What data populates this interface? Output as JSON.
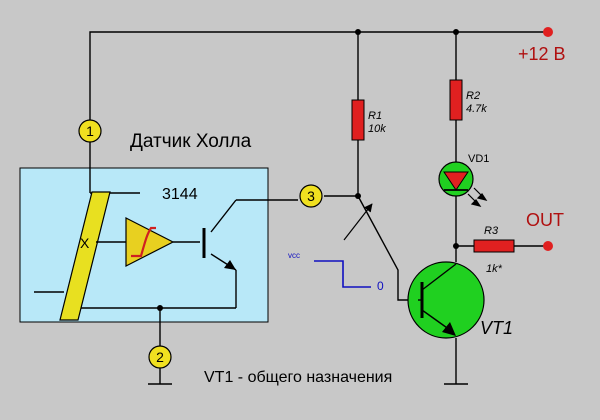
{
  "diagram": {
    "sensor_title": "Датчик Холла",
    "chip": "3144",
    "x_label": "X",
    "supply": "+12 В",
    "out_label": "OUT",
    "r1": {
      "name": "R1",
      "value": "10k"
    },
    "r2": {
      "name": "R2",
      "value": "4.7k"
    },
    "r3": {
      "name": "R3",
      "value": "1k*"
    },
    "led": "VD1",
    "transistor": "VT1",
    "pins": [
      "1",
      "2",
      "3"
    ],
    "vcc_label": "vcc",
    "zero_label": "0",
    "note": "VT1 - общего назначения"
  },
  "colors": {
    "background": "#c8c8c8",
    "sensor_box": "#b8e8f8",
    "pin_marker": "#f0e020",
    "hall_element": "#e8e020",
    "schmitt": "#e8d020",
    "schmitt_curve": "#d02020",
    "transistor": "#20d020",
    "led": "#20d020",
    "led_arrow": "#e02020",
    "resistor": "#e02020",
    "terminal": "#e02020",
    "supply_text": "#b01010",
    "signal": "#1010c0"
  }
}
